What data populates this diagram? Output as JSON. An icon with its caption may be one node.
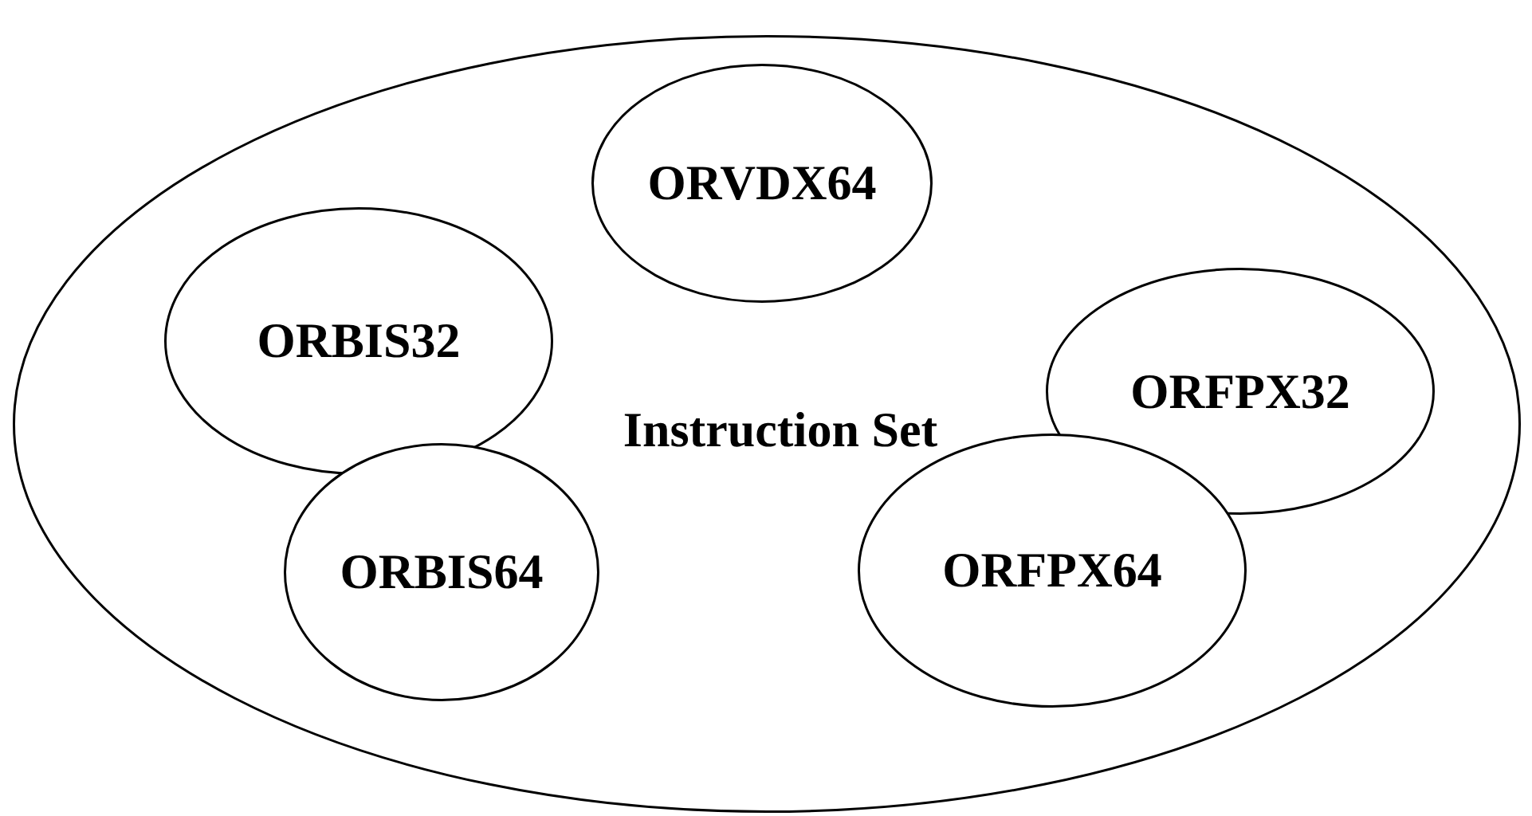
{
  "diagram": {
    "nodes": [
      {
        "text": [
          "Instruction Set"
        ]
      },
      {
        "text": [
          "ORVDX64"
        ],
        "in": 0
      },
      {
        "text": [
          "ORBIS32"
        ],
        "in": 0
      },
      {
        "text": [
          "ORFPX32"
        ],
        "in": 0
      },
      {
        "text": [
          "ORBIS64"
        ],
        "in": 0
      },
      {
        "text": [
          "ORFPX64"
        ],
        "in": 0
      }
    ]
  }
}
